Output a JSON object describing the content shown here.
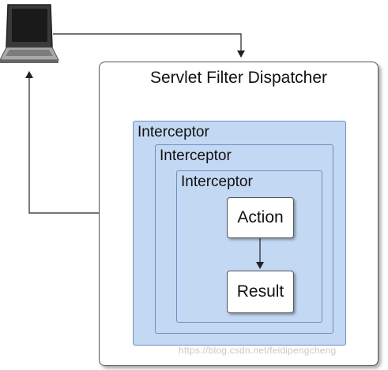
{
  "diagram": {
    "container_title": "Servlet Filter Dispatcher",
    "interceptors": [
      "Interceptor",
      "Interceptor",
      "Interceptor"
    ],
    "action_label": "Action",
    "result_label": "Result",
    "watermark": "https://blog.csdn.net/feidipengcheng"
  },
  "colors": {
    "interceptor_fill": "#c3d8f3",
    "interceptor_border": "#6f8fbf",
    "line": "#222222"
  },
  "icons": [
    "laptop-icon"
  ]
}
